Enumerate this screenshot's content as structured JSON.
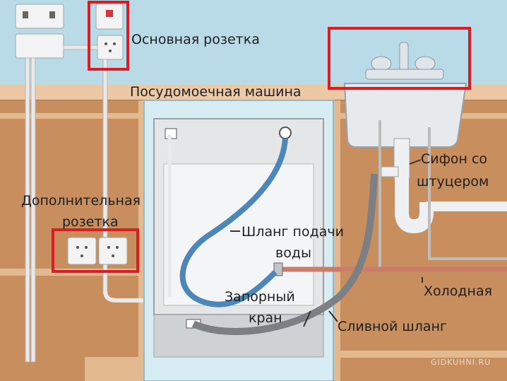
{
  "labels": {
    "main_socket": "Основная розетка",
    "dishwasher": "Посудомоечная машина",
    "extra_socket_1": "Дополнительная",
    "extra_socket_2": "розетка",
    "siphon_1": "Сифон со",
    "siphon_2": "штуцером",
    "inlet_hose_1": "Шланг подачи",
    "inlet_hose_2": "воды",
    "valve_1": "Запорный",
    "valve_2": "кран",
    "cold": "Холодная",
    "drain_hose": "Сливной шланг"
  },
  "watermark": "GIDKUHNI.RU",
  "colors": {
    "highlight": "#e01a22",
    "wall": "#b9dbe8",
    "cabinet": "#c98e5e",
    "blue_hose": "#4d86b8",
    "gray_hose": "#7c8084",
    "pipe": "#c97d6a"
  }
}
